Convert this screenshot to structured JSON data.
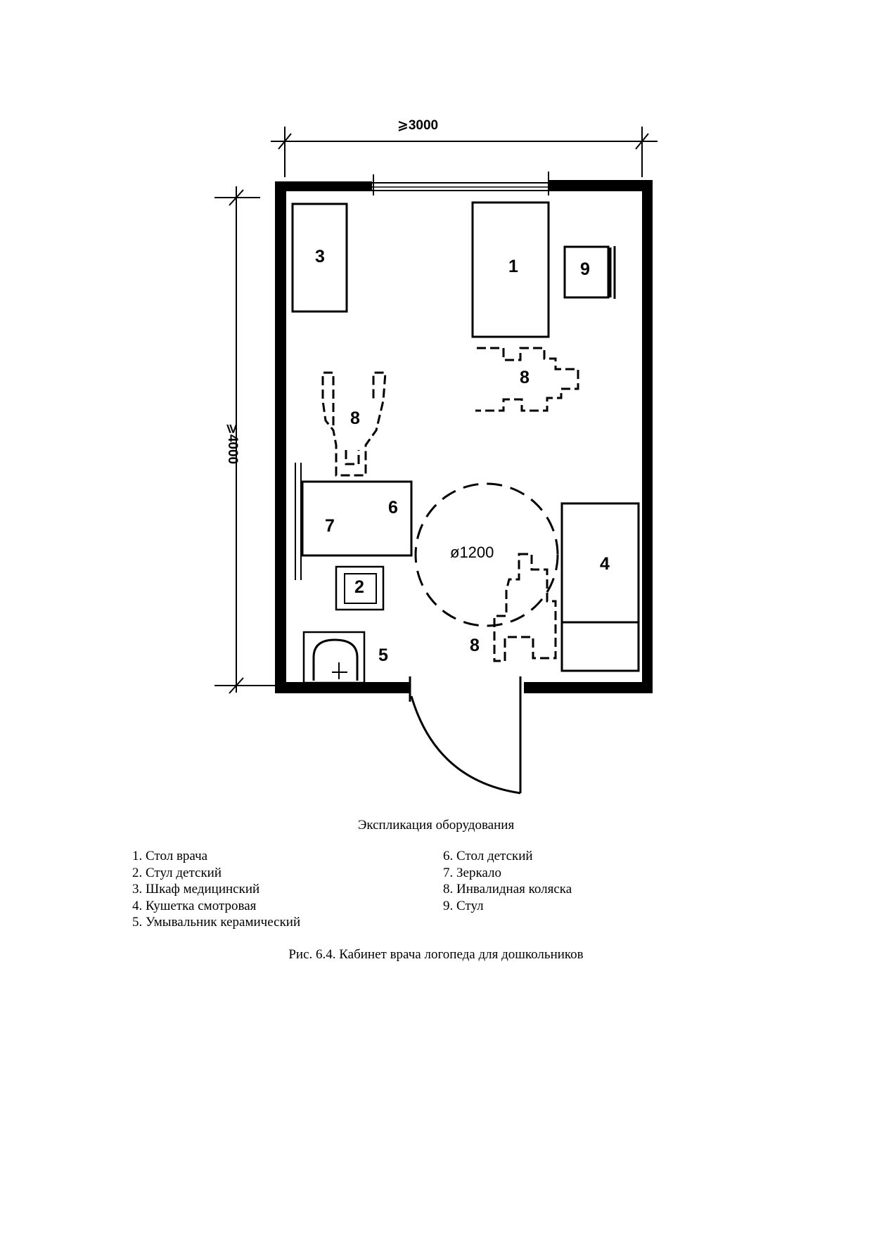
{
  "plan": {
    "dimension_width": "⩾3000",
    "dimension_length": "⩾4000",
    "turning_circle": "ø1200",
    "labels": {
      "n1": "1",
      "n2": "2",
      "n3": "3",
      "n4": "4",
      "n5": "5",
      "n6": "6",
      "n7": "7",
      "n8a": "8",
      "n8b": "8",
      "n8c": "8",
      "n9": "9"
    }
  },
  "explication": {
    "title": "Экспликация оборудования",
    "left_items": [
      "1. Стол врача",
      "2. Стул детский",
      "3. Шкаф медицинский",
      "4. Кушетка смотровая",
      "5. Умывальник керамический"
    ],
    "right_items": [
      "6. Стол детский",
      "7. Зеркало",
      "8. Инвалидная коляска",
      "9. Стул"
    ]
  },
  "figure_caption": "Рис. 6.4. Кабинет врача логопеда для дошкольников"
}
